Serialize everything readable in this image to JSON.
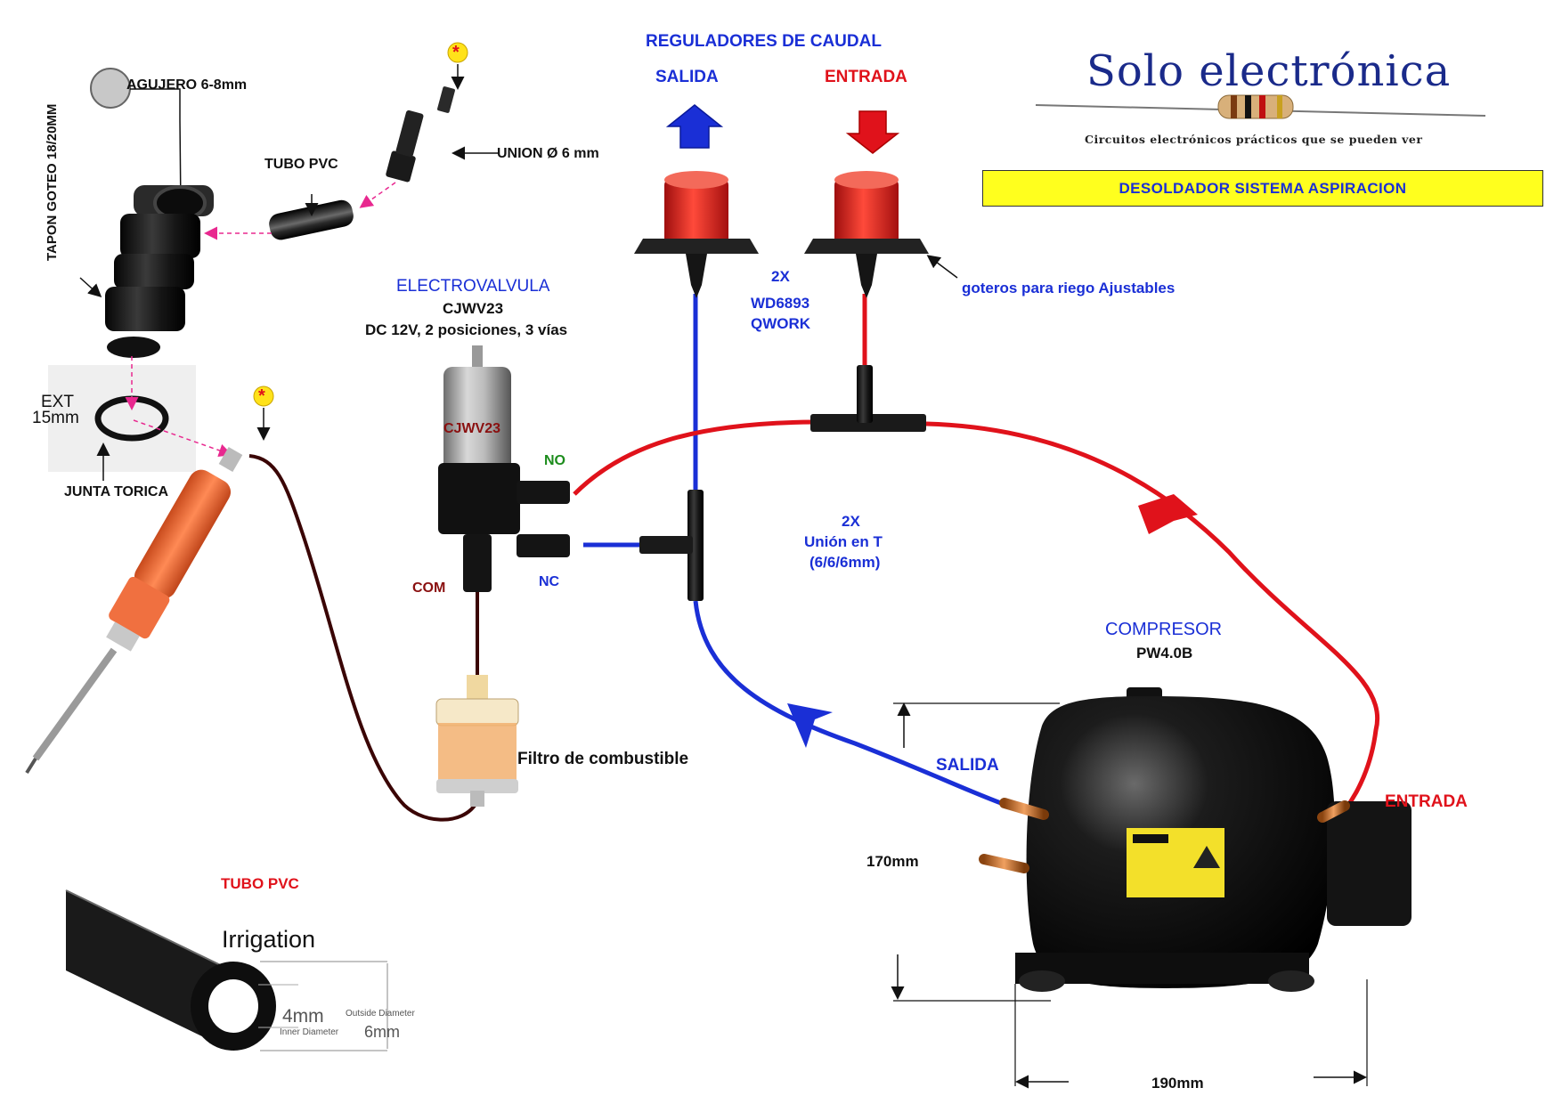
{
  "header": {
    "logo": "Solo electrónica",
    "logo_tagline": "Circuitos electrónicos prácticos que se pueden ver",
    "banner": "DESOLDADOR  SISTEMA ASPIRACION"
  },
  "flow_regulators": {
    "title": "REGULADORES DE CAUDAL",
    "salida": "SALIDA",
    "entrada": "ENTRADA",
    "qty": "2X",
    "model": "WD6893",
    "brand": "QWORK",
    "note": "goteros para riego Ajustables"
  },
  "valve": {
    "title": "ELECTROVALVULA",
    "model": "CJWV23",
    "spec": "DC 12V, 2 posiciones, 3 vías",
    "body_label": "CJWV23",
    "port_no": "NO",
    "port_nc": "NC",
    "port_com": "COM"
  },
  "tee": {
    "qty": "2X",
    "name": "Unión en T",
    "size": "(6/6/6mm)"
  },
  "compressor": {
    "title": "COMPRESOR",
    "model": "PW4.0B",
    "salida": "SALIDA",
    "entrada": "ENTRADA",
    "height": "170mm",
    "width": "190mm"
  },
  "filter": {
    "label": "Filtro de combustible"
  },
  "left_parts": {
    "cap": "TAPON GOTEO 18/20MM",
    "hole": "AGUJERO 6-8mm",
    "tube": "TUBO PVC",
    "union": "UNION Ø 6 mm",
    "ext": "EXT",
    "ext_size": "15mm",
    "oring": "JUNTA TORICA",
    "marker": "*"
  },
  "tube_photo": {
    "title": "TUBO PVC",
    "caption": "Irrigation",
    "inner_value": "4mm",
    "inner_label": "Inner Diameter",
    "outer_label": "Outside Diameter",
    "outer_value": "6mm"
  },
  "colors": {
    "blue_line": "#1a2fd6",
    "red_line": "#e0121b",
    "brown_line": "#3a0505",
    "pink_dash": "#e8288f",
    "banner_yellow": "#ffff1e"
  },
  "icons": [
    "blue-up-arrow-icon",
    "red-down-arrow-icon",
    "star-marker-icon",
    "flow-arrow-icon"
  ]
}
